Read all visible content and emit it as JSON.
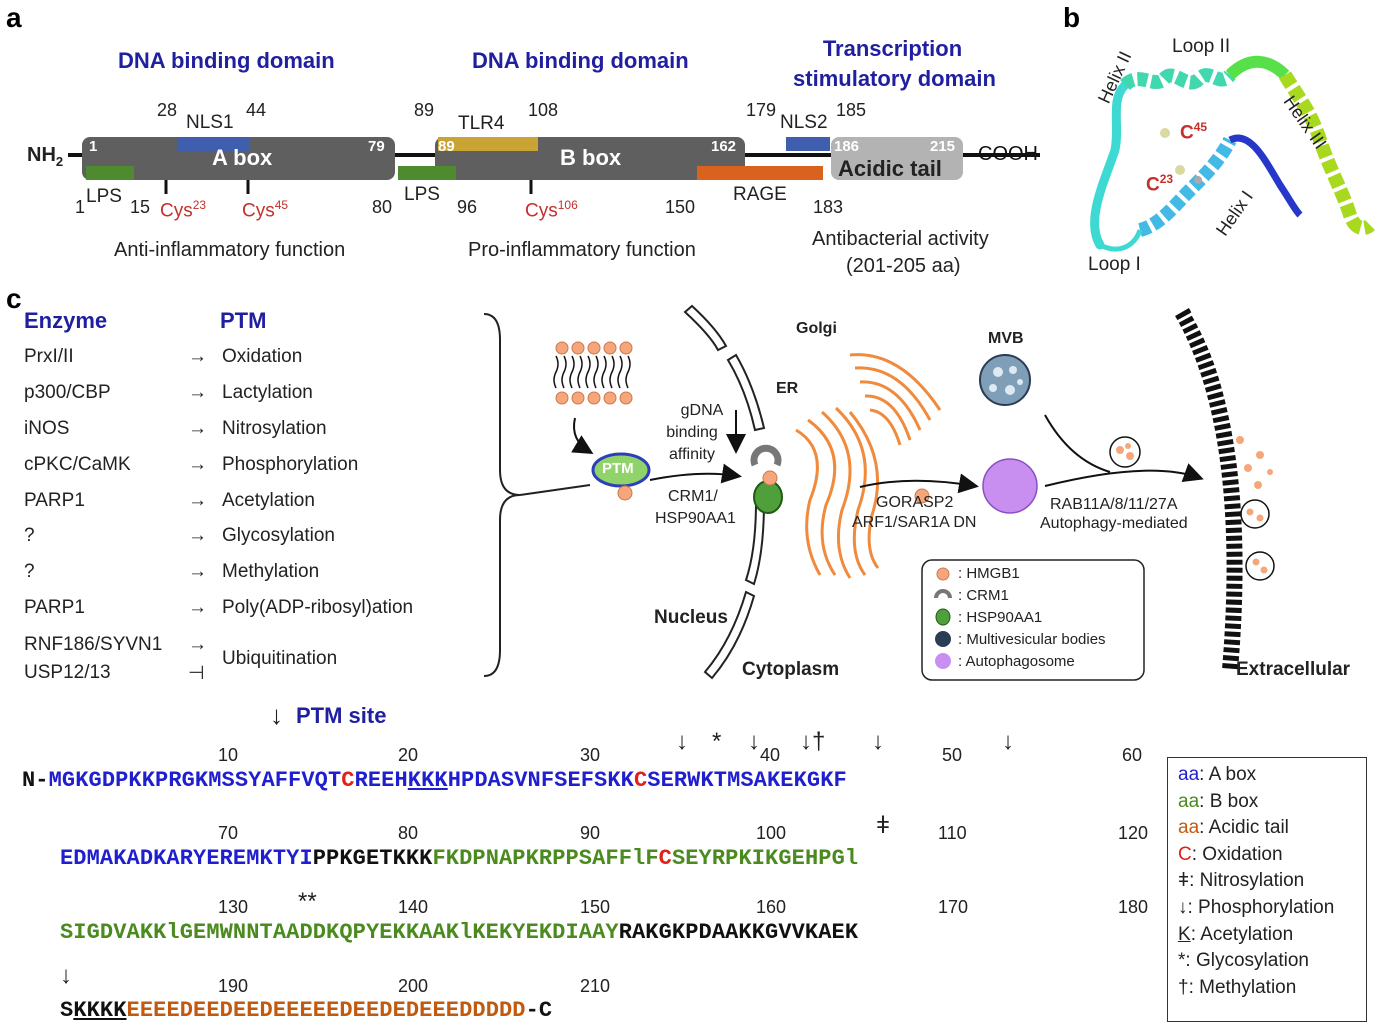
{
  "panels": {
    "a": "a",
    "b": "b",
    "c": "c"
  },
  "domain_titles": {
    "dna1": "DNA binding domain",
    "dna2": "DNA binding domain",
    "ts_line1": "Transcription",
    "ts_line2": "stimulatory domain"
  },
  "bar": {
    "nh2": "NH",
    "nh2_sub": "2",
    "cooh": "COOH",
    "abox": "A box",
    "bbox": "B box",
    "acidic": "Acidic tail",
    "n1": "1",
    "n79": "79",
    "n89": "89",
    "n162": "162",
    "n186": "186",
    "n215": "215"
  },
  "top_numbers": {
    "t28": "28",
    "nls1": "NLS1",
    "t44": "44",
    "t89": "89",
    "tlr4": "TLR4",
    "t108": "108",
    "t179": "179",
    "nls2": "NLS2",
    "t185": "185"
  },
  "bottom_labels": {
    "b1": "1",
    "lps1": "LPS",
    "b15": "15",
    "cys23": "Cys",
    "cys23_sup": "23",
    "cys45": "Cys",
    "cys45_sup": "45",
    "b80": "80",
    "lps2": "LPS",
    "b96": "96",
    "cys106": "Cys",
    "cys106_sup": "106",
    "b150": "150",
    "rage": "RAGE",
    "b183": "183"
  },
  "functions": {
    "anti": "Anti-inflammatory  function",
    "pro": "Pro-inflammatory  function",
    "antibac1": "Antibacterial activity",
    "antibac2": "(201-205  aa)"
  },
  "structure": {
    "loop2": "Loop II",
    "helix2": "Helix II",
    "helix3": "Helix III",
    "helix1": "Helix I",
    "loop1": "Loop I",
    "c45": "C",
    "c45_sup": "45",
    "c23": "C",
    "c23_sup": "23"
  },
  "enzyme_table": {
    "enzyme_header": "Enzyme",
    "ptm_header": "PTM",
    "rows": [
      {
        "enzyme": "PrxI/II",
        "arrow": "→",
        "ptm": "Oxidation"
      },
      {
        "enzyme": "p300/CBP",
        "arrow": "→",
        "ptm": "Lactylation"
      },
      {
        "enzyme": "iNOS",
        "arrow": "→",
        "ptm": "Nitrosylation"
      },
      {
        "enzyme": "cPKC/CaMK",
        "arrow": "→",
        "ptm": "Phosphorylation"
      },
      {
        "enzyme": "PARP1",
        "arrow": "→",
        "ptm": "Acetylation"
      },
      {
        "enzyme": "?",
        "arrow": "→",
        "ptm": "Glycosylation"
      },
      {
        "enzyme": "?",
        "arrow": "→",
        "ptm": "Methylation"
      },
      {
        "enzyme": "PARP1",
        "arrow": "→",
        "ptm": "Poly(ADP-ribosyl)ation"
      }
    ],
    "ub_enzyme1": "RNF186/SYVN1",
    "ub_arrow1": "→",
    "ub_enzyme2": "USP12/13",
    "ub_arrow2": "⊣",
    "ub_ptm": "Ubiquitination"
  },
  "cell": {
    "ptm": "PTM",
    "gdna1": "gDNA",
    "gdna2": "binding",
    "gdna3": "affinity",
    "crm1_line1": "CRM1/",
    "crm1_line2": "HSP90AA1",
    "er": "ER",
    "golgi": "Golgi",
    "mvb": "MVB",
    "gorasp_line1": "GORASP2",
    "gorasp_line2": "ARF1/SAR1A DN",
    "rab_line1": "RAB11A/8/11/27A",
    "rab_line2": "Autophagy-mediated",
    "nucleus": "Nucleus",
    "cytoplasm": "Cytoplasm",
    "extracellular": "Extracellular",
    "legend": [
      ": HMGB1",
      ": CRM1",
      ": HSP90AA1",
      ": Multivesicular bodies",
      ": Autophagosome"
    ]
  },
  "ptm_site": "PTM site",
  "sequence": {
    "nterm": "N-",
    "cterm": "-C",
    "line1_nums": [
      "10",
      "20",
      "30",
      "40",
      "50",
      "60"
    ],
    "line2_nums": [
      "70",
      "80",
      "90",
      "100",
      "110",
      "120"
    ],
    "line3_nums": [
      "130",
      "140",
      "150",
      "160",
      "170",
      "180"
    ],
    "line4_nums": [
      "190",
      "200",
      "210"
    ],
    "line1_a": "MGKGDPKKPRGKMSSYAFFVQT",
    "line1_c23": "C",
    "line1_b": "REEH",
    "line1_kkk": "KKK",
    "line1_c": "HPDASVNFSEFSKK",
    "line1_c45": "C",
    "line1_d": "SERWKTMSAKEKGKF",
    "line2_a": "EDMAKADKARYEREMKTYI",
    "line2_link": "PPKGETKKK",
    "line2_b": "FKDPNAPKRPPSAFFlF",
    "line2_c106": "C",
    "line2_c": "SEYRPKIKGEHPGl",
    "line3_b": "SIGDVAKKlGEMWNNTAADDKQPYEKKAAKlKEKYEKDIAAY",
    "line3_link": "RAKGKPDAAKKGVVKAEK",
    "line4_s": "S",
    "line4_kkkk": "KKKK",
    "line4_acid": "EEEEDEEDEEDEEEEEDEEDEDEEEDDDDD",
    "marks_line1": [
      "↓",
      "*",
      "↓",
      "↓†",
      "↓",
      "↓"
    ],
    "mark_line2": "ǂ",
    "mark_line3": "**",
    "mark_line4": "↓"
  },
  "seq_legend": [
    {
      "key": "aa",
      "text": ": A box",
      "color": "#1f1fd0"
    },
    {
      "key": "aa",
      "text": ": B box",
      "color": "#4a8a1e"
    },
    {
      "key": "aa",
      "text": ": Acidic tail",
      "color": "#c05a10"
    },
    {
      "key": "C",
      "text": ": Oxidation",
      "color": "#e0201a"
    },
    {
      "key": "ǂ",
      "text": ": Nitrosylation",
      "color": "#222"
    },
    {
      "key": "↓",
      "text": ": Phosphorylation",
      "color": "#222"
    },
    {
      "key": "K",
      "text": ": Acetylation",
      "color": "#222"
    },
    {
      "key": "*",
      "text": ": Glycosylation",
      "color": "#222"
    },
    {
      "key": "†",
      "text": ": Methylation",
      "color": "#222"
    }
  ],
  "colors": {
    "abox": "#1f1fd0",
    "bbox": "#4a8a1e",
    "acidic": "#c05a10",
    "oxidation": "#e0201a",
    "domain_title": "#1f1fa0",
    "bar_gray": "#5f5f5f",
    "tail_gray": "#b3b3b3",
    "nls_blue": "#3f5fae",
    "lps_green": "#4e8b2e",
    "tlr4_gold": "#c9a435",
    "rage_orange": "#d9621f"
  }
}
